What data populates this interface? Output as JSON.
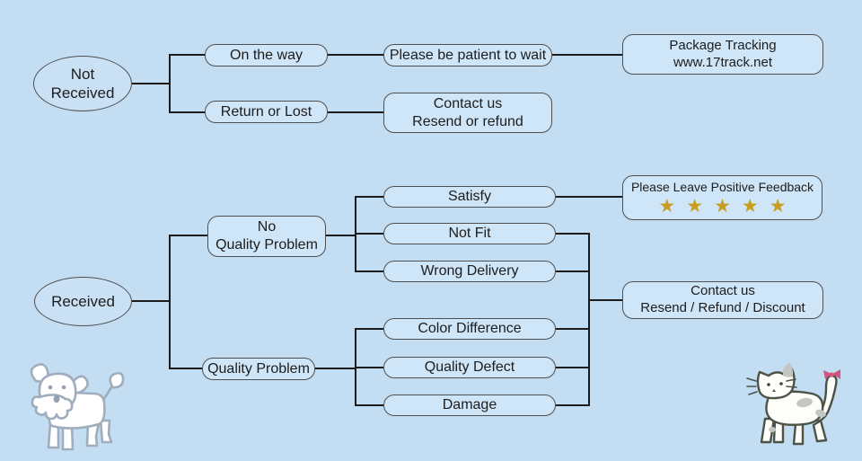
{
  "colors": {
    "background": "#c3ddf2",
    "node_fill": "#cfe5f8",
    "ellipse_fill": "#c9e0f5",
    "node_border": "#4f4f4f",
    "connector": "#1c1c1c",
    "text": "#1d1d1d",
    "star_gold": "#c99e20",
    "bow_pink": "#d1557f"
  },
  "flowchart": {
    "not_received": {
      "label": "Not\nReceived"
    },
    "on_the_way": {
      "label": "On the way"
    },
    "please_wait": {
      "label": "Please be patient to wait"
    },
    "package_tracking": {
      "label": "Package Tracking\nwww.17track.net"
    },
    "return_or_lost": {
      "label": "Return or Lost"
    },
    "contact_not_received": {
      "label": "Contact us\nResend or refund"
    },
    "received": {
      "label": "Received"
    },
    "no_quality_problem": {
      "label": "No\nQuality Problem"
    },
    "quality_problem": {
      "label": "Quality Problem"
    },
    "satisfy": {
      "label": "Satisfy"
    },
    "not_fit": {
      "label": "Not Fit"
    },
    "wrong_delivery": {
      "label": "Wrong Delivery"
    },
    "color_difference": {
      "label": "Color Difference"
    },
    "quality_defect": {
      "label": "Quality Defect"
    },
    "damage": {
      "label": "Damage"
    },
    "positive_feedback": {
      "label": "Please Leave Positive Feedback",
      "stars": "★★★★★",
      "star_count": 5
    },
    "contact_received": {
      "label": "Contact us\nResend / Refund / Discount"
    }
  }
}
